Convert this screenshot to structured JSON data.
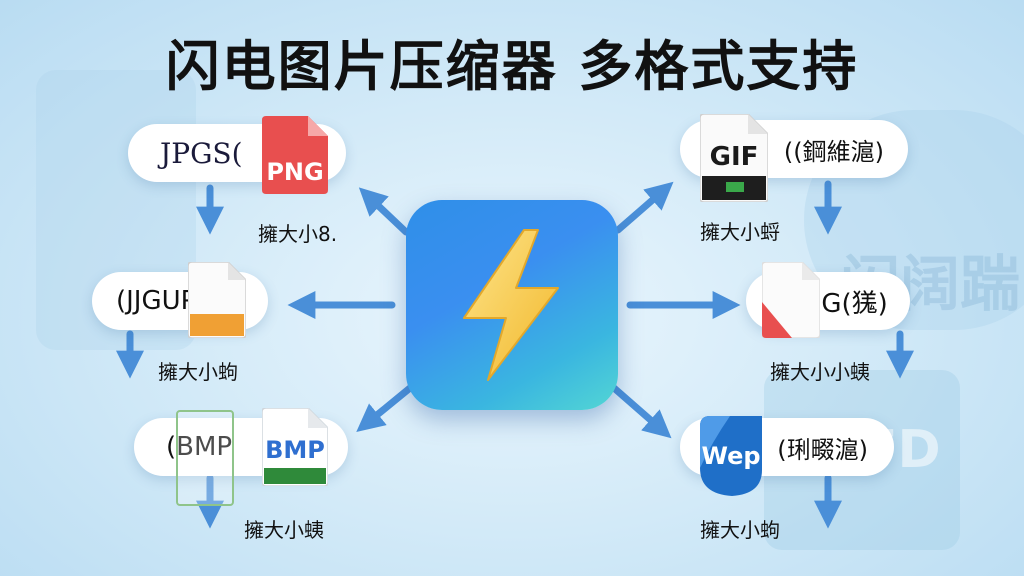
{
  "title": "闪电图片压缩器 多格式支持",
  "colors": {
    "arrow": "#4a8fd8",
    "app_gradient_start": "#2f8fe8",
    "app_gradient_end": "#53d6d4",
    "bolt": "#f5c842",
    "png_red": "#e84f4f",
    "bmp_blue": "#2f6fd0",
    "webp_blue": "#1f6fc8"
  },
  "center_icon": "lightning-bolt-icon",
  "bg_text": "闪阔踹",
  "bg_text2": "FD",
  "items": {
    "top_left": {
      "pill": "JPGS(",
      "file": "PNG",
      "caption": "擁大小8."
    },
    "mid_left": {
      "pill": "(JJGUPS",
      "file": "",
      "caption": "擁大小蚼"
    },
    "bottom_left": {
      "pill": "(BMP",
      "file": "BMP",
      "caption": "擁大小蛦"
    },
    "top_right": {
      "pill": "((鋼維滬)",
      "file": "GIF",
      "caption": "擁大小蛶"
    },
    "mid_right": {
      "pill": "PNG(獇)",
      "file": "",
      "caption": "擁大小小蛦"
    },
    "bottom_right": {
      "pill": "(琍畷滬)",
      "file": "Wep",
      "caption": "擁大小蚼"
    }
  }
}
